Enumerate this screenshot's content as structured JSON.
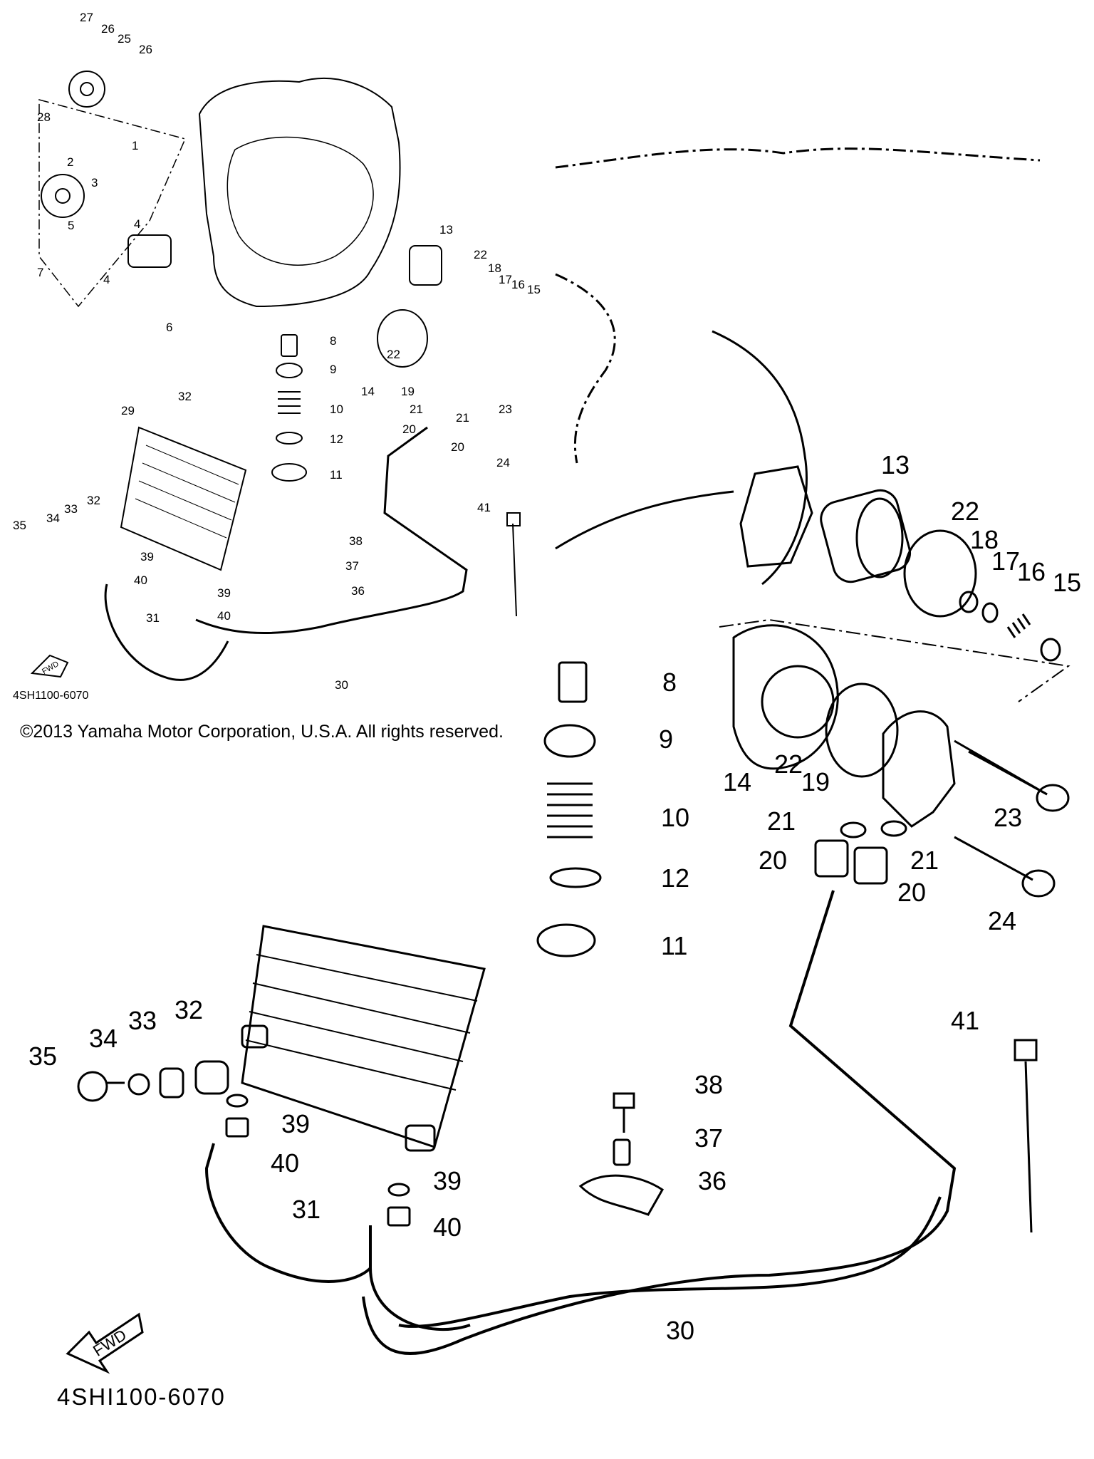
{
  "copyright": "©2013 Yamaha Motor Corporation, U.S.A. All rights reserved.",
  "diagram_code": "4SH1100-6070",
  "diagram_code_large": "4SHI100-6070",
  "fwd_label": "FWD",
  "overview_labels": [
    "1",
    "2",
    "3",
    "4",
    "4",
    "5",
    "6",
    "7",
    "8",
    "9",
    "10",
    "11",
    "12",
    "13",
    "14",
    "15",
    "16",
    "17",
    "18",
    "19",
    "20",
    "20",
    "21",
    "21",
    "22",
    "22",
    "23",
    "24",
    "25",
    "26",
    "26",
    "27",
    "28",
    "29",
    "30",
    "31",
    "32",
    "32",
    "33",
    "34",
    "35",
    "36",
    "37",
    "38",
    "39",
    "39",
    "40",
    "40",
    "41"
  ],
  "detail_labels": [
    "8",
    "9",
    "10",
    "11",
    "12",
    "13",
    "14",
    "15",
    "16",
    "17",
    "18",
    "19",
    "20",
    "20",
    "21",
    "21",
    "22",
    "22",
    "23",
    "24",
    "30",
    "31",
    "32",
    "33",
    "34",
    "35",
    "36",
    "37",
    "38",
    "39",
    "39",
    "40",
    "40",
    "41"
  ]
}
